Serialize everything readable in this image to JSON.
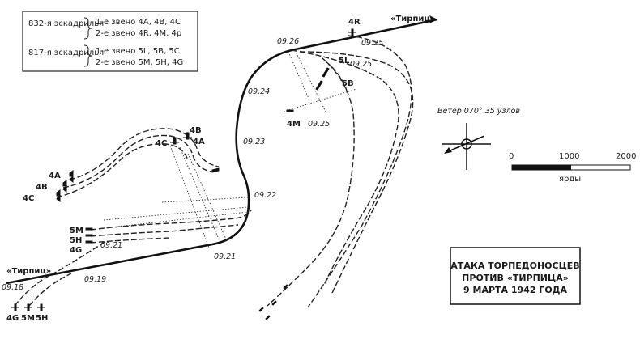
{
  "legend": {
    "squadron_832": "832-я эскадрилья",
    "sq832_flight1": "1-е звено 4А, 4В, 4С",
    "sq832_flight2": "2-е звено 4R, 4M, 4р",
    "squadron_817": "817-я эскадрилья",
    "sq817_flight1": "1-е звено 5L, 5В, 5С",
    "sq817_flight2": "2-е звено 5M, 5H, 4G"
  },
  "ship_labels": {
    "start": "«Тирпиц»",
    "end": "«Тирпиц»"
  },
  "times": {
    "t0918": "09.18",
    "t0919": "09.19",
    "t0921a": "09.21",
    "t0921b": "09.21",
    "t0922": "09.22",
    "t0923": "09.23",
    "t0924": "09.24",
    "t0925a": "09.25",
    "t0925b": "09.25",
    "t0925c": "09.25",
    "t0926": "09.26"
  },
  "aircraft": {
    "a4A_left": "4А",
    "a4B_left": "4В",
    "a4C_left": "4С",
    "a4B_top": "4В",
    "a4A_top": "4А",
    "a4C_top": "4С",
    "a5M": "5M",
    "a5H": "5H",
    "a4G": "4G",
    "b4G": "4G",
    "b5M": "5M",
    "b5H": "5H",
    "a4R": "4R",
    "a5L": "5L",
    "a5B": "5B",
    "a4M": "4M"
  },
  "wind": "Ветер 070° 35 узлов",
  "scale": {
    "tick0": "0",
    "tick1000": "1000",
    "tick2000": "2000",
    "unit": "ярды"
  },
  "title": {
    "line1": "АТАКА ТОРПЕДОНОСЦЕВ",
    "line2": "ПРОТИВ «ТИРПИЦА»",
    "line3": "9 МАРТА 1942 ГОДА"
  }
}
